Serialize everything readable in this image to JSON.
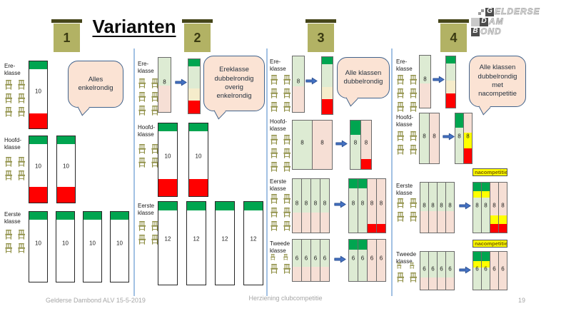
{
  "title": "Varianten",
  "logo": {
    "row1_lead": "G",
    "row1_rest": "ELDERSE",
    "row2_lead": "D",
    "row2_rest": "AM",
    "row3_lead": "B",
    "row3_rest": "OND"
  },
  "variant_numbers": {
    "v1": "1",
    "v2": "2",
    "v3": "3",
    "v4": "4"
  },
  "bubbles": {
    "v1": "Alles enkelrondig",
    "v2": "Ereklasse dubbelrondig overig enkelrondig",
    "v3": "Alle klassen dubbelrondig",
    "v4": "Alle klassen dubbelrondig met nacompetitie"
  },
  "class_labels": {
    "ere1": "Ere-",
    "ere2": "klasse",
    "hoofd1": "Hoofd-",
    "hoofd2": "klasse",
    "eerste1": "Eerste",
    "eerste2": "klasse",
    "tweede1": "Tweede",
    "tweede2": "klasse"
  },
  "nacompetitie": "nacompetitie",
  "bars": {
    "v1": {
      "ere": [
        "10"
      ],
      "hoofd": [
        "10",
        "10"
      ],
      "eerste": [
        "10",
        "10",
        "10",
        "10"
      ]
    },
    "v2": {
      "ere": [
        "8"
      ],
      "hoofd": [
        "10",
        "10"
      ],
      "eerste": [
        "12",
        "12",
        "12",
        "12"
      ]
    },
    "v3": {
      "ere": [
        "8"
      ],
      "hoofd_before": [
        "8",
        "8"
      ],
      "hoofd_after": [
        "8",
        "8"
      ],
      "eerste_before": [
        "8",
        "8",
        "8",
        "8"
      ],
      "eerste_after": [
        "8",
        "8",
        "8",
        "8"
      ],
      "tweede_before": [
        "6",
        "6",
        "6",
        "6"
      ],
      "tweede_after": [
        "6",
        "6",
        "6",
        "6"
      ]
    },
    "v4": {
      "ere": [
        "8"
      ],
      "hoofd_before": [
        "8",
        "8"
      ],
      "hoofd_after": [
        "8",
        "8"
      ],
      "eerste_before": [
        "8",
        "8",
        "8",
        "8"
      ],
      "eerste_after": [
        "8",
        "8",
        "8",
        "8"
      ],
      "tweede_before": [
        "6",
        "6",
        "6",
        "6"
      ],
      "tweede_after": [
        "6",
        "6",
        "6",
        "6"
      ]
    }
  },
  "footer": {
    "left": "Gelderse Dambond ALV 15-5-2019",
    "center": "Herziening clubcompetitie",
    "page": "19"
  },
  "colors": {
    "promotion_green": "#00A550",
    "relegation_red": "#FF0000",
    "light_green": "#DDEBD3",
    "light_pink": "#F6DFD5",
    "cream": "#F5ECCB",
    "nacompetitie_yellow": "#FFFF00",
    "variant_box": "#B2B264",
    "variant_box_top": "#45451A",
    "arrow_blue": "#4472C4",
    "bubble_fill": "#FBE3D4",
    "bubble_border": "#41638C",
    "divider_blue": "#7BA7D7",
    "chair_olive": "#8F8F45"
  }
}
